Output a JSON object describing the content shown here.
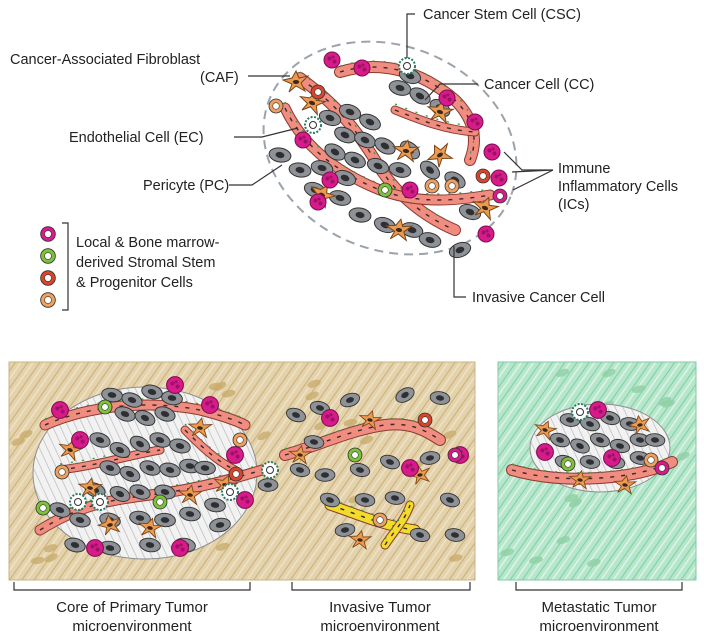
{
  "top_labels": {
    "csc": "Cancer Stem Cell (CSC)",
    "caf_line1": "Cancer-Associated Fibroblast",
    "caf_line2": "(CAF)",
    "cc": "Cancer Cell (CC)",
    "ec": "Endothelial Cell (EC)",
    "pc": "Pericyte (PC)",
    "ic_line1": "Immune",
    "ic_line2": "Inflammatory Cells",
    "ic_line3": "(ICs)",
    "invasive": "Invasive Cancer Cell"
  },
  "legend": {
    "line1": "Local & Bone marrow-",
    "line2": "derived Stromal Stem",
    "line3": "& Progenitor Cells",
    "swatches": [
      {
        "name": "magenta-progenitor",
        "color": "#d81b8a"
      },
      {
        "name": "green-progenitor",
        "color": "#7ec23a"
      },
      {
        "name": "red-progenitor",
        "color": "#d9442a"
      },
      {
        "name": "orange-progenitor",
        "color": "#eea060"
      }
    ]
  },
  "panels": [
    {
      "line1": "Core of Primary Tumor",
      "line2": "microenvironment"
    },
    {
      "line1": "Invasive Tumor",
      "line2": "microenvironment"
    },
    {
      "line1": "Metastatic Tumor",
      "line2": "microenvironment"
    }
  ],
  "colors": {
    "cancer_cell": "#8e9196",
    "vessel": "#f08c80",
    "caf": "#ec9a50",
    "immune": "#d81b8a",
    "primary_stroma": "#dcc79a",
    "metastatic_stroma": "#a9dfc0",
    "invasive_vessel": "#f2dc2a"
  }
}
